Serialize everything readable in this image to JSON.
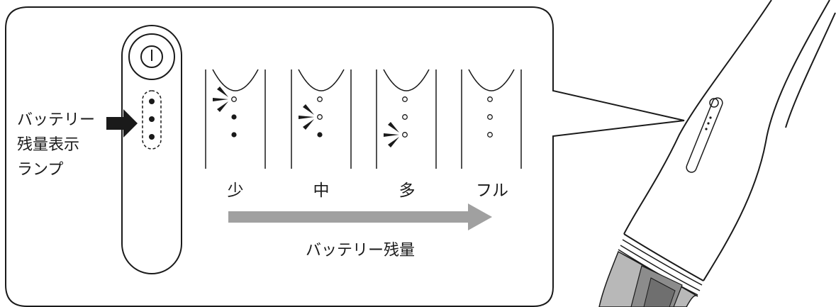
{
  "lamp_label": [
    "バッテリー",
    "残量表示",
    "ランプ"
  ],
  "levels": [
    {
      "label": "少",
      "lit": [
        false,
        true,
        true
      ],
      "blinking_index": 0
    },
    {
      "label": "中",
      "lit": [
        false,
        false,
        true
      ],
      "blinking_index": 1
    },
    {
      "label": "多",
      "lit": [
        false,
        false,
        false
      ],
      "blinking_index": 2
    },
    {
      "label": "フル",
      "lit": [
        false,
        false,
        false
      ],
      "blinking_index": null
    }
  ],
  "axis_label": "バッテリー残量",
  "colors": {
    "line": "#1a1a1a",
    "arrow": "#a0a0a0",
    "background": "#ffffff",
    "device_window": "#9a9a9a"
  }
}
